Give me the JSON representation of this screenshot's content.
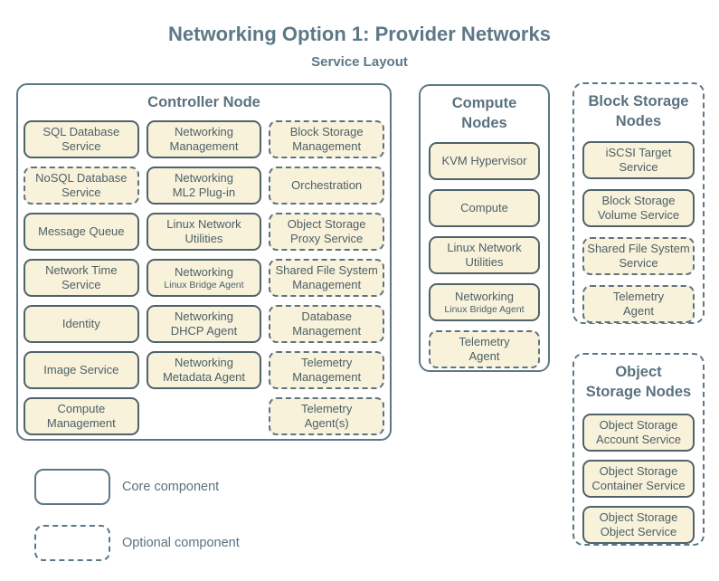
{
  "page": {
    "title": "Networking Option 1: Provider Networks",
    "subtitle": "Service Layout"
  },
  "colors": {
    "background": "#ffffff",
    "box_fill": "#f8f2db",
    "box_border_solid": "#4f6369",
    "box_border_dashed": "#5c7382",
    "container_border": "#5c7887",
    "heading_text": "#5a7280",
    "box_text": "#4d6066"
  },
  "legend": {
    "core_label": "Core component",
    "optional_label": "Optional component"
  },
  "groups": {
    "controller": {
      "title_lines": [
        "Controller Node"
      ],
      "container_style": "solid",
      "items": [
        {
          "style": "solid",
          "lines": [
            "SQL Database",
            "Service"
          ]
        },
        {
          "style": "solid",
          "lines": [
            "Networking",
            "Management"
          ]
        },
        {
          "style": "dashed",
          "lines": [
            "Block Storage",
            "Management"
          ]
        },
        {
          "style": "dashed",
          "lines": [
            "NoSQL Database",
            "Service"
          ]
        },
        {
          "style": "solid",
          "lines": [
            "Networking",
            "ML2 Plug-in"
          ]
        },
        {
          "style": "dashed",
          "lines": [
            "Orchestration"
          ]
        },
        {
          "style": "solid",
          "lines": [
            "Message Queue"
          ]
        },
        {
          "style": "solid",
          "lines": [
            "Linux Network",
            "Utilities"
          ]
        },
        {
          "style": "dashed",
          "lines": [
            "Object Storage",
            "Proxy Service"
          ]
        },
        {
          "style": "solid",
          "lines": [
            "Network Time",
            "Service"
          ]
        },
        {
          "style": "solid",
          "lines": [
            "Networking"
          ],
          "sublabel": "Linux Bridge Agent"
        },
        {
          "style": "dashed",
          "lines": [
            "Shared File System",
            "Management"
          ]
        },
        {
          "style": "solid",
          "lines": [
            "Identity"
          ]
        },
        {
          "style": "solid",
          "lines": [
            "Networking",
            "DHCP Agent"
          ]
        },
        {
          "style": "dashed",
          "lines": [
            "Database",
            "Management"
          ]
        },
        {
          "style": "solid",
          "lines": [
            "Image Service"
          ]
        },
        {
          "style": "solid",
          "lines": [
            "Networking",
            "Metadata Agent"
          ]
        },
        {
          "style": "dashed",
          "lines": [
            "Telemetry",
            "Management"
          ]
        },
        {
          "style": "solid",
          "lines": [
            "Compute",
            "Management"
          ]
        },
        {
          "empty": true
        },
        {
          "style": "dashed",
          "lines": [
            "Telemetry",
            "Agent(s)"
          ]
        }
      ]
    },
    "compute": {
      "title_lines": [
        "Compute",
        "Nodes"
      ],
      "container_style": "solid",
      "items": [
        {
          "style": "solid",
          "lines": [
            "KVM Hypervisor"
          ]
        },
        {
          "style": "solid",
          "lines": [
            "Compute"
          ]
        },
        {
          "style": "solid",
          "lines": [
            "Linux Network",
            "Utilities"
          ]
        },
        {
          "style": "solid",
          "lines": [
            "Networking"
          ],
          "sublabel": "Linux Bridge Agent"
        },
        {
          "style": "dashed",
          "lines": [
            "Telemetry",
            "Agent"
          ]
        }
      ]
    },
    "block_storage": {
      "title_lines": [
        "Block Storage",
        "Nodes"
      ],
      "container_style": "dashed",
      "items": [
        {
          "style": "solid",
          "lines": [
            "iSCSI Target",
            "Service"
          ]
        },
        {
          "style": "solid",
          "lines": [
            "Block Storage",
            "Volume Service"
          ]
        },
        {
          "style": "dashed",
          "lines": [
            "Shared File System",
            "Service"
          ]
        },
        {
          "style": "dashed",
          "lines": [
            "Telemetry",
            "Agent"
          ]
        }
      ]
    },
    "object_storage": {
      "title_lines": [
        "Object",
        "Storage Nodes"
      ],
      "container_style": "dashed",
      "items": [
        {
          "style": "solid",
          "lines": [
            "Object Storage",
            "Account Service"
          ]
        },
        {
          "style": "solid",
          "lines": [
            "Object Storage",
            "Container Service"
          ]
        },
        {
          "style": "solid",
          "lines": [
            "Object Storage",
            "Object Service"
          ]
        }
      ]
    }
  }
}
